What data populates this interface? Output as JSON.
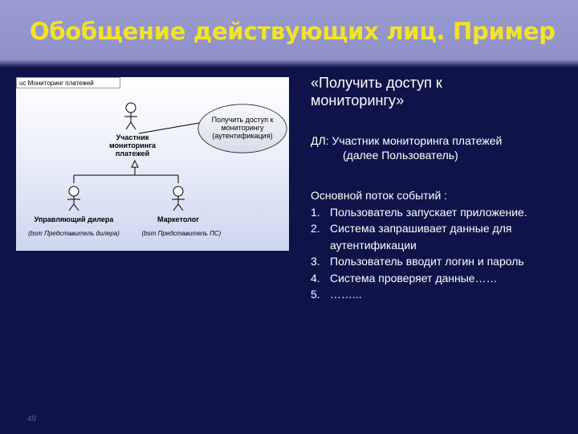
{
  "slide": {
    "title": "Обобщение действующих лиц. Пример",
    "page_number": "49"
  },
  "diagram": {
    "package_tag": "uc Мониторинг платежей",
    "use_case": [
      "Получить доступ к",
      "мониторингу",
      "(аутентификация)"
    ],
    "parent_actor": [
      "Участник",
      "мониторинга",
      "платежей"
    ],
    "child_actor_1": {
      "name": "Управляющий дилера",
      "note": "(bsm Представитель дилера)"
    },
    "child_actor_2": {
      "name": "Маркетолог",
      "note": "(bsm Представитель ПС)"
    }
  },
  "text": {
    "heading_line1": "«Получить доступ к",
    "heading_line2": "мониторингу»",
    "actor_line1": "ДЛ:  Участник мониторинга платежей",
    "actor_line2": "(далее Пользователь)",
    "flow_title": "Основной поток событий :",
    "steps": [
      {
        "num": "1.",
        "text": "Пользователь запускает приложение."
      },
      {
        "num": "2.",
        "text": "Система запрашивает данные для аутентификации"
      },
      {
        "num": "3.",
        "text": "Пользователь вводит логин и пароль"
      },
      {
        "num": "4.",
        "text": "Система проверяет данные……"
      },
      {
        "num": "5.",
        "text": "……..."
      }
    ]
  }
}
